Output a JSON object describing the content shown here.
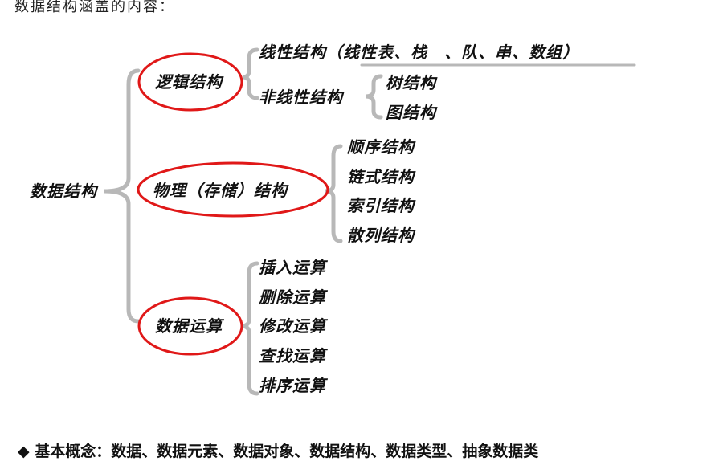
{
  "title": "数据结构涵盖的内容：",
  "root": "数据结构",
  "branches": {
    "logical": {
      "label": "逻辑结构",
      "linear": "线性结构（线性表、栈　、队、串、数组）",
      "nonlinear": "非线性结构",
      "nonlinear_items": [
        "树结构",
        "图结构"
      ]
    },
    "physical": {
      "label": "物理（存储）结构",
      "items": [
        "顺序结构",
        "链式结构",
        "索引结构",
        "散列结构"
      ]
    },
    "operations": {
      "label": "数据运算",
      "items": [
        "插入运算",
        "删除运算",
        "修改运算",
        "查找运算",
        "排序运算"
      ]
    }
  },
  "bottom": {
    "bullet": "◆",
    "text": "基本概念：数据、数据元素、数据对象、数据结构、数据类型、抽象数据类"
  },
  "colors": {
    "ellipse": "#e01818",
    "brace": "#b8b8b8"
  }
}
